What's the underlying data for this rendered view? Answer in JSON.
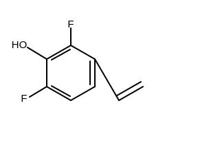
{
  "molecule": {
    "atoms": {
      "hydroxyl": "HO",
      "fluorine_top": "F",
      "fluorine_bottom": "F"
    }
  },
  "colors": {
    "line": "#000000",
    "background": "#ffffff"
  }
}
